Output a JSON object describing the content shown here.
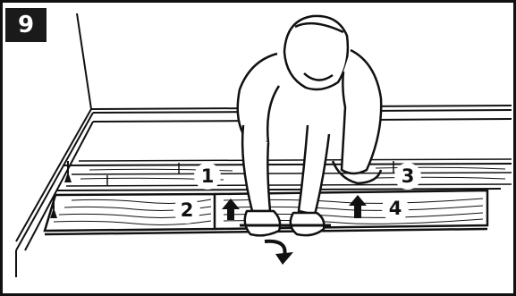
{
  "step": {
    "number": "9"
  },
  "boards": [
    {
      "label": "1"
    },
    {
      "label": "2"
    },
    {
      "label": "3"
    },
    {
      "label": "4"
    }
  ],
  "icons": [
    "arrow-up-icon",
    "arrow-up-icon",
    "arrow-down-icon",
    "arrow-down-icon",
    "rotate-arrow-icon"
  ],
  "colors": {
    "line": "#111111",
    "background": "#ffffff",
    "badge": "#1a1a1a"
  }
}
